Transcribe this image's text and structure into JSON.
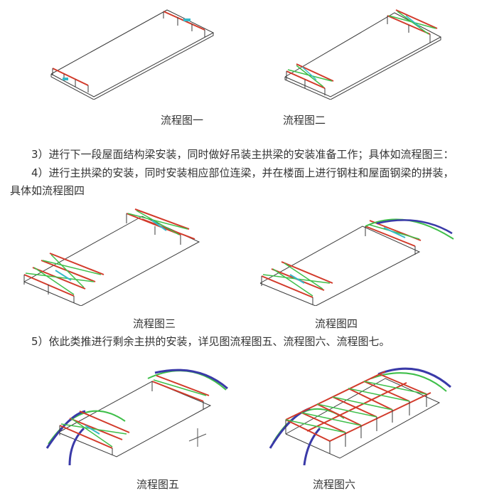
{
  "captions": {
    "fig1": "流程图一",
    "fig2": "流程图二",
    "fig3": "流程图三",
    "fig4": "流程图四",
    "fig5": "流程图五",
    "fig6": "流程图六"
  },
  "paragraphs": {
    "step3": "3）进行下一段屋面结构梁安装，同时做好吊装主拱梁的安装准备工作；具体如流程图三：",
    "step4_line1": "4）进行主拱梁的安装，同时安装相应部位连梁，并在楼面上进行钢柱和屋面钢梁的拼装，",
    "step4_line2": "具体如流程图四",
    "step5": "5）依此类推进行剩余主拱的安装，详见图流程图五、流程图六、流程图七。"
  },
  "colors": {
    "outline": "#3a3a3a",
    "beam_red": "#d23a2a",
    "brace_green": "#3fbf4a",
    "tie_cyan": "#35b9c9",
    "arch_blue": "#3a3aa8",
    "text": "#333333"
  }
}
